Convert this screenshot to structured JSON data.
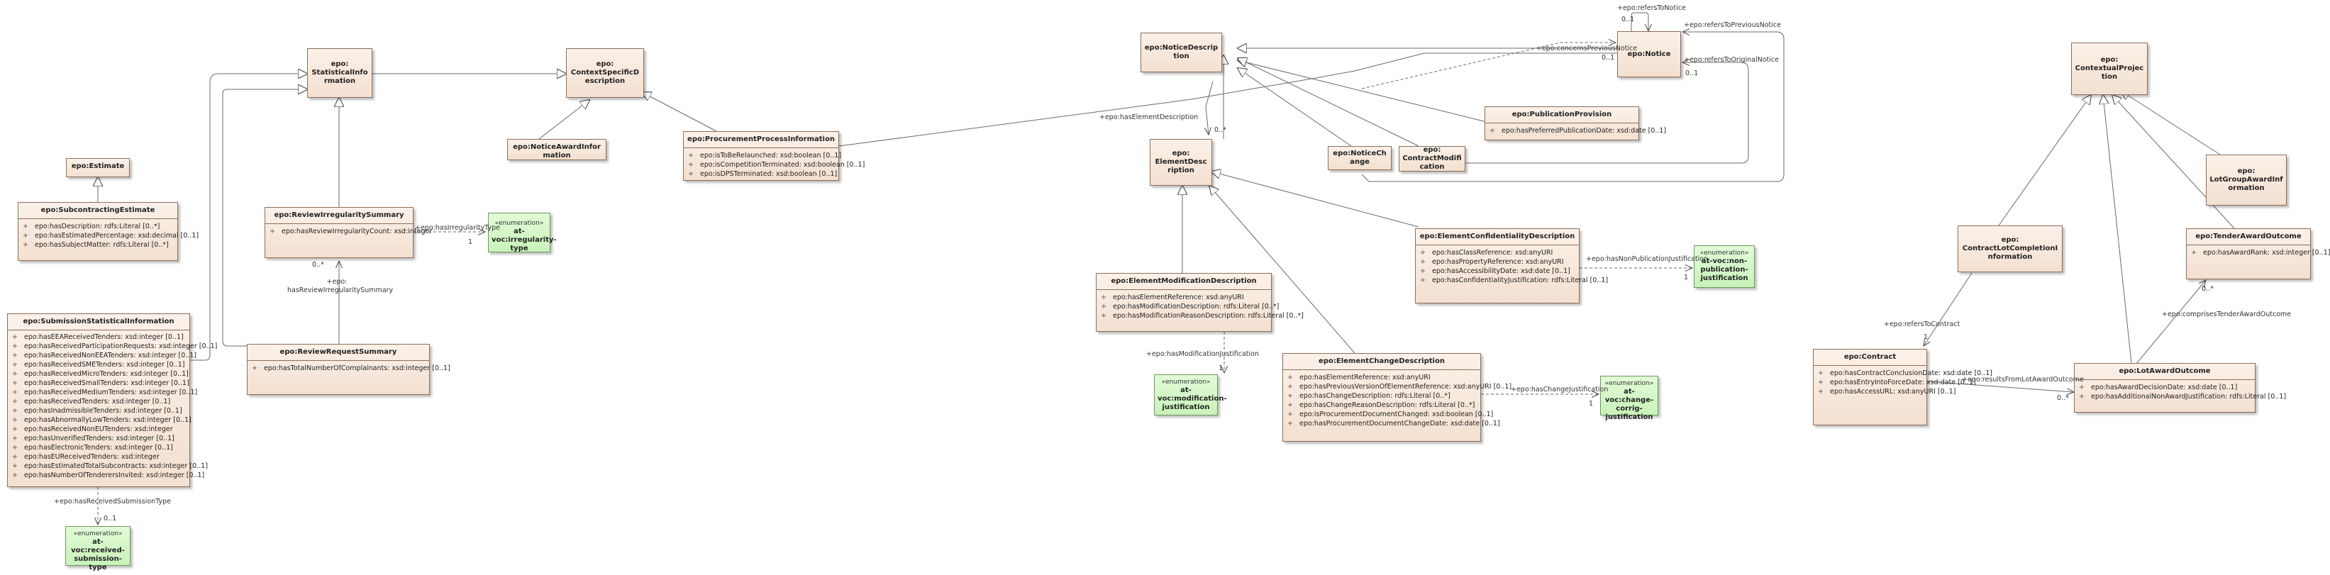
{
  "classes": {
    "statistical_information": {
      "name": "epo: StatisticalInformation"
    },
    "context_specific_description": {
      "name": "epo: ContextSpecificDescription"
    },
    "notice_award_information": {
      "name": "epo:NoticeAwardInformation"
    },
    "procurement_process_information": {
      "name": "epo:ProcurementProcessInformation",
      "attributes": [
        "epo:isToBeRelaunched: xsd:boolean [0..1]",
        "epo:isCompetitionTerminated: xsd:boolean [0..1]",
        "epo:isDPSTerminated: xsd:boolean [0..1]"
      ]
    },
    "estimate": {
      "name": "epo:Estimate"
    },
    "subcontracting_estimate": {
      "name": "epo:SubcontractingEstimate",
      "attributes": [
        "epo:hasDescription: rdfs:Literal [0..*]",
        "epo:hasEstimatedPercentage: xsd:decimal [0..1]",
        "epo:hasSubjectMatter: rdfs:Literal [0..*]"
      ]
    },
    "review_irregularity_summary": {
      "name": "epo:ReviewIrregularitySummary",
      "attributes": [
        "epo:hasReviewIrregularityCount: xsd:integer"
      ]
    },
    "review_request_summary": {
      "name": "epo:ReviewRequestSummary",
      "attributes": [
        "epo:hasTotalNumberOfComplainants: xsd:integer [0..1]"
      ]
    },
    "submission_statistical_information": {
      "name": "epo:SubmissionStatisticalInformation",
      "attributes": [
        "epo:hasEEAReceivedTenders: xsd:integer [0..1]",
        "epo:hasReceivedParticipationRequests: xsd:integer [0..1]",
        "epo:hasReceivedNonEEATenders: xsd:integer [0..1]",
        "epo:hasReceivedSMETenders: xsd:integer [0..1]",
        "epo:hasReceivedMicroTenders: xsd:integer [0..1]",
        "epo:hasReceivedSmallTenders: xsd:integer [0..1]",
        "epo:hasReceivedMediumTenders: xsd:integer [0..1]",
        "epo:hasReceivedTenders: xsd:integer [0..1]",
        "epo:hasInadmissibleTenders: xsd:integer [0..1]",
        "epo:hasAbnormallyLowTenders: xsd:integer [0..1]",
        "epo:hasReceivedNonEUTenders: xsd:integer",
        "epo:hasUnverifiedTenders: xsd:integer [0..1]",
        "epo:hasElectronicTenders: xsd:integer [0..1]",
        "epo:hasEUReceivedTenders: xsd:integer",
        "epo:hasEstimatedTotalSubcontracts: xsd:integer [0..1]",
        "epo:hasNumberOfTenderersInvited: xsd:integer [0..1]"
      ]
    },
    "notice_description": {
      "name": "epo:NoticeDescription"
    },
    "notice": {
      "name": "epo:Notice"
    },
    "publication_provision": {
      "name": "epo:PublicationProvision",
      "attributes": [
        "epo:hasPreferredPublicationDate: xsd:date [0..1]"
      ]
    },
    "element_description": {
      "name": "epo: ElementDescription"
    },
    "notice_change": {
      "name": "epo:NoticeChange"
    },
    "contract_modification": {
      "name": "epo: ContractModification"
    },
    "element_confidentiality_description": {
      "name": "epo:ElementConfidentialityDescription",
      "attributes": [
        "epo:hasClassReference: xsd:anyURI",
        "epo:hasPropertyReference: xsd:anyURI",
        "epo:hasAccessibilityDate: xsd:date [0..1]",
        "epo:hasConfidentialityJustification: rdfs:Literal [0..1]"
      ]
    },
    "element_modification_description": {
      "name": "epo:ElementModificationDescription",
      "attributes": [
        "epo:hasElementReference: xsd:anyURI",
        "epo:hasModificationDescription: rdfs:Literal [0..*]",
        "epo:hasModificationReasonDescription: rdfs:Literal [0..*]"
      ]
    },
    "element_change_description": {
      "name": "epo:ElementChangeDescription",
      "attributes": [
        "epo:hasElementReference: xsd:anyURI",
        "epo:hasPreviousVersionOfElementReference: xsd:anyURI [0..1]",
        "epo:hasChangeDescription: rdfs:Literal [0..*]",
        "epo:hasChangeReasonDescription: rdfs:Literal [0..*]",
        "epo:isProcurementDocumentChanged: xsd:boolean [0..1]",
        "epo:hasProcurementDocumentChangeDate: xsd:date [0..1]"
      ]
    },
    "contextual_projection": {
      "name": "epo: ContextualProjection"
    },
    "contract_lot_completion_information": {
      "name": "epo: ContractLotCompletionInformation"
    },
    "lot_group_award_information": {
      "name": "epo: LotGroupAwardInformation"
    },
    "tender_award_outcome": {
      "name": "epo:TenderAwardOutcome",
      "attributes": [
        "epo:hasAwardRank: xsd:integer [0..1]"
      ]
    },
    "contract": {
      "name": "epo:Contract",
      "attributes": [
        "epo:hasContractConclusionDate: xsd:date [0..1]",
        "epo:hasEntryIntoForceDate: xsd:date [0..1]",
        "epo:hasAccessURL: xsd:anyURI [0..1]"
      ]
    },
    "lot_award_outcome": {
      "name": "epo:LotAwardOutcome",
      "attributes": [
        "epo:hasAwardDecisionDate: xsd:date [0..1]",
        "epo:hasAdditionalNonAwardJustification: rdfs:Literal [0..1]"
      ]
    }
  },
  "enumerations": {
    "stereotype": "«enumeration»",
    "irregularity_type": "at-voc:irregularity-type",
    "received_submission_type": "at-voc:received-submission-type",
    "modification_justification": "at-voc:modification-justification",
    "non_publication_justification": "at-voc:non-publication-justification",
    "change_corrig_justification": "at-voc:change-corrig-justification"
  },
  "relations": {
    "has_irregularity_type": "+epo:hasIrregularityType",
    "has_irregularity_type_mult": "1",
    "has_review_irregularity_summary": "+epo: hasReviewIrregularitySummary",
    "has_review_irregularity_summary_mult": "0..*",
    "has_received_submission_type": "+epo:hasReceivedSubmissionType",
    "has_received_submission_type_mult": "0..1",
    "refers_to_notice": "+epo:refersToNotice",
    "refers_to_notice_mult": "0..1",
    "refers_to_previous_notice": "+epo:refersToPreviousNotice",
    "concerns_previous_notice": "+epo:concernsPreviousNotice",
    "concerns_previous_notice_mult": "0..1",
    "refers_to_original_notice": "+epo:refersToOriginalNotice",
    "refers_to_original_notice_mult": "0..1",
    "has_element_description": "+epo:hasElementDescription",
    "has_element_description_mult": "0..*",
    "has_non_publication_justification": "+epo:hasNonPublicationJustification",
    "has_non_publication_justification_mult": "1",
    "has_modification_justification": "+epo:hasModificationJustification",
    "has_modification_justification_mult": "1",
    "has_change_justification": "+epo:hasChangeJustification",
    "has_change_justification_mult": "1",
    "refers_to_contract": "+epo:refersToContract",
    "refers_to_contract_mult": "1",
    "results_from_lot_award_outcome": "+epo:resultsFromLotAwardOutcome",
    "results_from_lot_award_outcome_mult": "0..*",
    "comprises_tender_award_outcome": "+epo:comprisesTenderAwardOutcome",
    "comprises_tender_award_outcome_mult": "0..*"
  }
}
